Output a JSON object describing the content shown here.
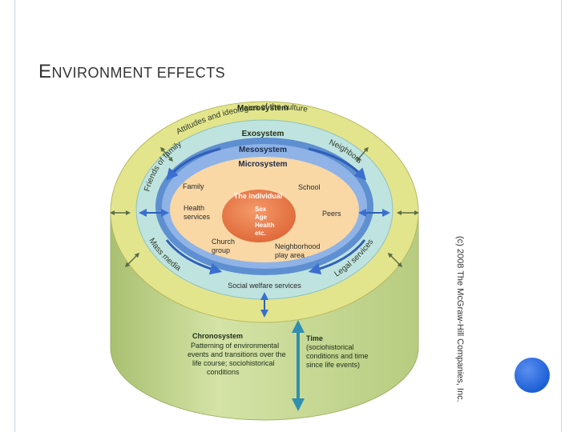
{
  "slide": {
    "title_first": "E",
    "title_rest": "NVIRONMENT EFFECTS",
    "copyright": "(c) 2008 The McGraw-Hill Companies, Inc."
  },
  "diagram": {
    "macrosystem": {
      "title": "Macrosystem",
      "subtitle": "Attitudes and ideologies of the culture"
    },
    "exosystem": {
      "title": "Exosystem",
      "neighbors": "Neighbors",
      "friends_of_family": "Friends of family",
      "mass_media": "Mass media",
      "legal_services": "Legal services",
      "social_welfare": "Social welfare services"
    },
    "mesosystem": {
      "title": "Mesosystem"
    },
    "microsystem": {
      "title": "Microsystem",
      "family": "Family",
      "school": "School",
      "health_services": [
        "Health",
        "services"
      ],
      "peers": "Peers",
      "church_group": [
        "Church",
        "group"
      ],
      "neighborhood_play_area": [
        "Neighborhood",
        "play area"
      ]
    },
    "individual": {
      "title": "The individual",
      "attributes": [
        "Sex",
        "Age",
        "Health",
        "etc."
      ]
    },
    "chronosystem": {
      "title": "Chronosystem",
      "lines": [
        "Patterning of environmental",
        "events and transitions over the",
        "life course; sociohistorical",
        "conditions"
      ]
    },
    "time": {
      "title": "Time",
      "lines": [
        "(sociohistorical",
        "conditions and time",
        "since life events)"
      ]
    }
  },
  "colors": {
    "macro_ring": "#e3e58c",
    "exo_ring": "#bfe3df",
    "meso_ring": "#5e8fd0",
    "micro_disc": "#f9d8a6",
    "individual": "#ec7a4a",
    "cylinder_side": "#cfe0a0",
    "accent": "#1d5fd6"
  }
}
